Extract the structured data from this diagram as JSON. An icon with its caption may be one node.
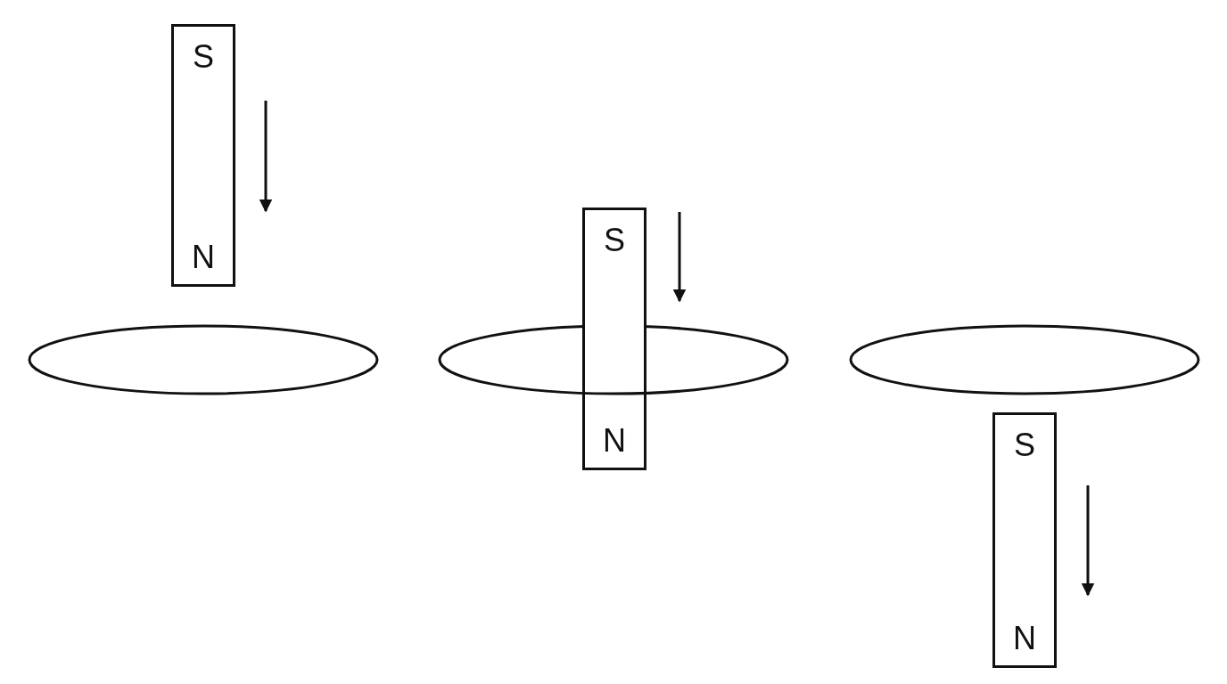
{
  "diagram": {
    "nodes": [
      {
        "text": [
          "S",
          "N"
        ]
      },
      {
        "text": [],
        "shape": "ellipse"
      },
      {
        "text": [
          "S",
          "N"
        ]
      },
      {
        "text": [],
        "shape": "ellipse"
      },
      {
        "text": [],
        "shape": "ellipse"
      },
      {
        "text": [
          "S",
          "N"
        ]
      }
    ]
  }
}
